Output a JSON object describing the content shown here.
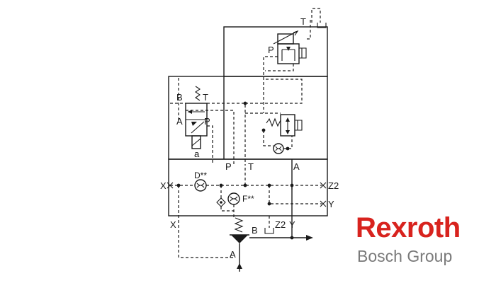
{
  "diagram": {
    "ports": {
      "tank_top": "T",
      "relief_p": "P",
      "valve_b": "B",
      "valve_t": "T",
      "valve_a": "A",
      "valve_p": "P",
      "valve_sol": "a",
      "main_p": "P",
      "main_t": "T",
      "main_a": "A",
      "orifice_d": "D**",
      "orifice_f": "F**",
      "x_left": "X",
      "z2_right": "Z2",
      "y_right": "Y",
      "x_bottom": "X",
      "b_pump": "B",
      "z2_bottom": "Z2",
      "y_bottom": "Y",
      "a_pump": "A"
    }
  },
  "brand": {
    "name": "Rexroth",
    "group": "Bosch Group",
    "colors": {
      "name": "#d8231e",
      "group": "#7a7a7a"
    }
  }
}
